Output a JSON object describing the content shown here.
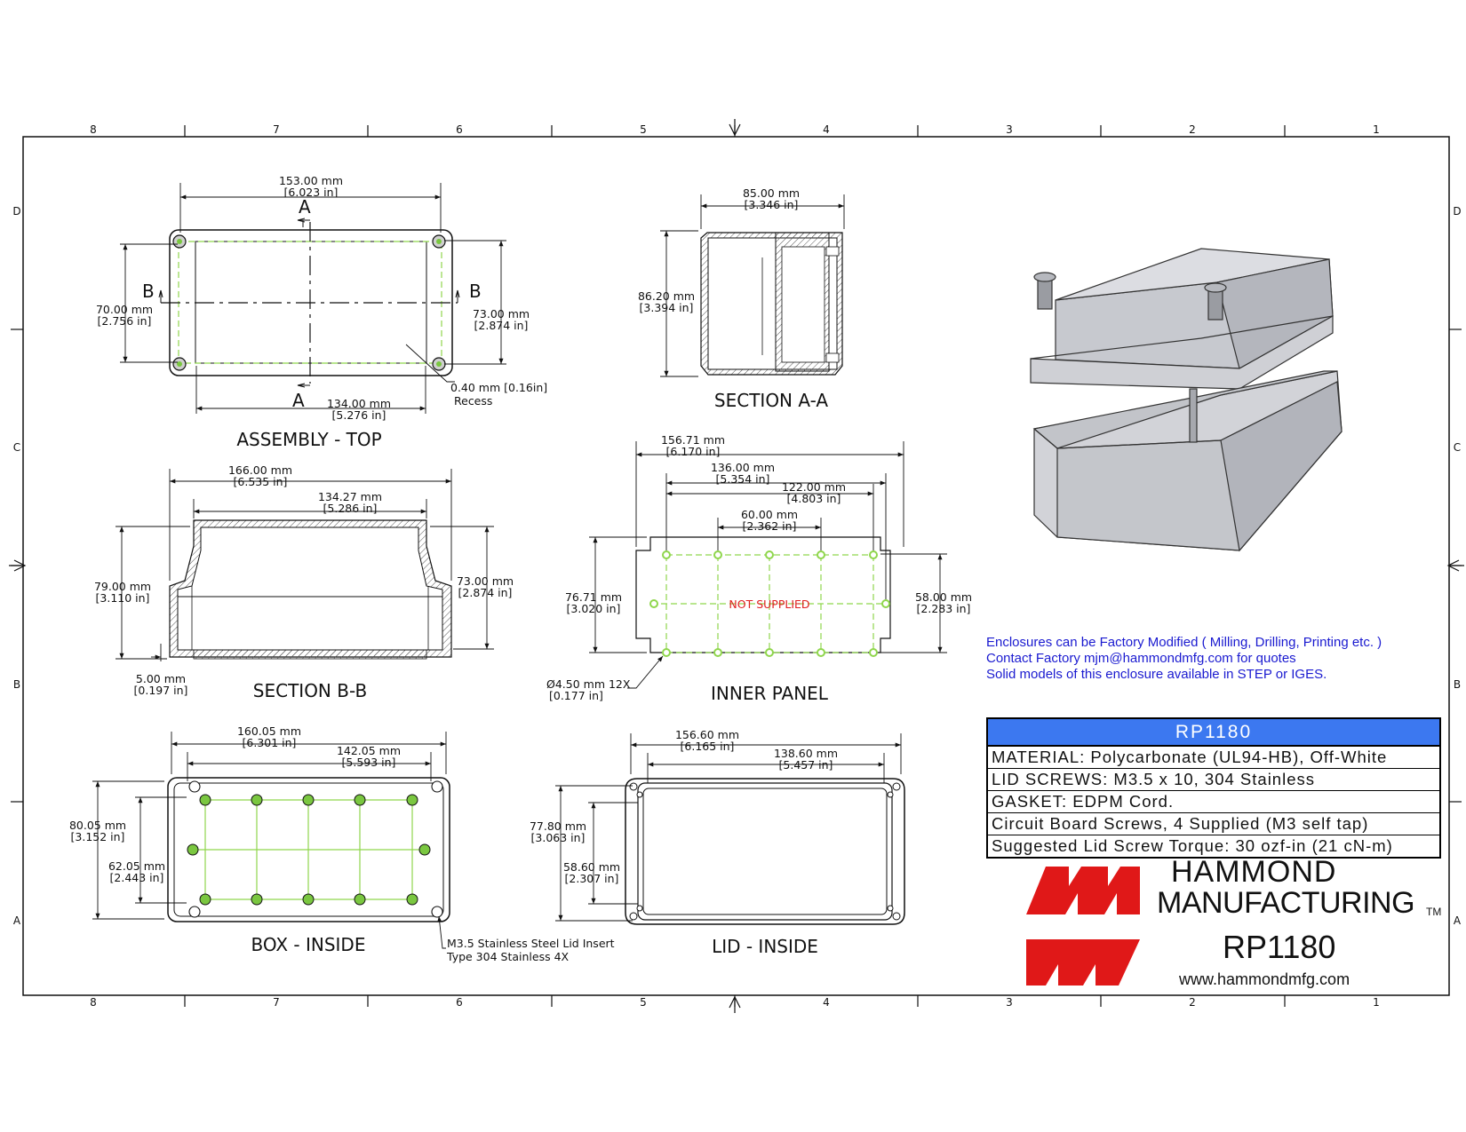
{
  "border": {
    "top_zones": [
      "8",
      "7",
      "6",
      "5",
      "4",
      "3",
      "2",
      "1"
    ],
    "side_zones": [
      "D",
      "C",
      "B",
      "A"
    ]
  },
  "views": {
    "assembly_top": {
      "title": "ASSEMBLY - TOP",
      "dim_width": [
        "153.00 mm",
        "[6.023 in]"
      ],
      "dim_height_left": [
        "70.00 mm",
        "[2.756 in]"
      ],
      "dim_height_right": [
        "73.00 mm",
        "[2.874 in]"
      ],
      "dim_bottom": [
        "134.00 mm",
        "[5.276 in]"
      ],
      "recess": [
        "0.40 mm [0.16in]",
        "Recess"
      ],
      "section_a": "A",
      "section_b": "B"
    },
    "section_aa": {
      "title": "SECTION  A-A",
      "dim_width": [
        "85.00 mm",
        "[3.346 in]"
      ],
      "dim_height": [
        "86.20 mm",
        "[3.394 in]"
      ]
    },
    "section_bb": {
      "title": "SECTION  B-B",
      "dim_outer": [
        "166.00 mm",
        "[6.535 in]"
      ],
      "dim_inner": [
        "134.27 mm",
        "[5.286 in]"
      ],
      "dim_height_left": [
        "79.00 mm",
        "[3.110 in]"
      ],
      "dim_height_right": [
        "73.00 mm",
        "[2.874 in]"
      ],
      "dim_flange": [
        "5.00 mm",
        "[0.197 in]"
      ]
    },
    "inner_panel": {
      "title": "INNER PANEL",
      "dim_overall": [
        "156.71 mm",
        "[6.170 in]"
      ],
      "dim_136": [
        "136.00 mm",
        "[5.354 in]"
      ],
      "dim_122": [
        "122.00 mm",
        "[4.803 in]"
      ],
      "dim_60": [
        "60.00 mm",
        "[2.362 in]"
      ],
      "dim_height_left": [
        "76.71 mm",
        "[3.020 in]"
      ],
      "dim_height_right": [
        "58.00 mm",
        "[2.283 in]"
      ],
      "dim_hole": [
        "Ø4.50 mm  12X",
        "[0.177 in]"
      ],
      "note": "NOT SUPPLIED"
    },
    "box_inside": {
      "title": "BOX - INSIDE",
      "dim_outer": [
        "160.05 mm",
        "[6.301 in]"
      ],
      "dim_inner": [
        "142.05 mm",
        "[5.593 in]"
      ],
      "dim_height_outer": [
        "80.05 mm",
        "[3.152 in]"
      ],
      "dim_height_inner": [
        "62.05 mm",
        "[2.443 in]"
      ],
      "insert_note": [
        "M3.5 Stainless Steel Lid Insert",
        "Type 304 Stainless  4X"
      ]
    },
    "lid_inside": {
      "title": "LID - INSIDE",
      "dim_outer": [
        "156.60 mm",
        "[6.165 in]"
      ],
      "dim_inner": [
        "138.60 mm",
        "[5.457 in]"
      ],
      "dim_height_outer": [
        "77.80 mm",
        "[3.063 in]"
      ],
      "dim_height_inner": [
        "58.60 mm",
        "[2.307 in]"
      ]
    }
  },
  "info_lines": [
    "Enclosures can be Factory Modified ( Milling, Drilling, Printing etc. )",
    "Contact Factory mjm@hammondmfg.com for quotes",
    "Solid models of this enclosure available in STEP or IGES."
  ],
  "spec_table": {
    "header": "RP1180",
    "rows": [
      "MATERIAL: Polycarbonate (UL94-HB),  Off-White",
      "LID SCREWS: M3.5 x 10,  304 Stainless",
      "GASKET: EDPM Cord.",
      "Circuit Board Screws, 4 Supplied (M3 self tap)",
      "Suggested Lid Screw Torque: 30 ozf-in (21 cN-m)"
    ]
  },
  "brand": {
    "line1": "HAMMOND",
    "line2": "MANUFACTURING",
    "tm": "TM",
    "part_number": "RP1180",
    "website": "www.hammondmfg.com"
  },
  "colors": {
    "spec_header_bg": "#3c78f0",
    "info_text": "#1a1ad0",
    "logo_red": "#e01818",
    "center_lines": "#9fe05a",
    "not_supplied": "#e02020"
  }
}
